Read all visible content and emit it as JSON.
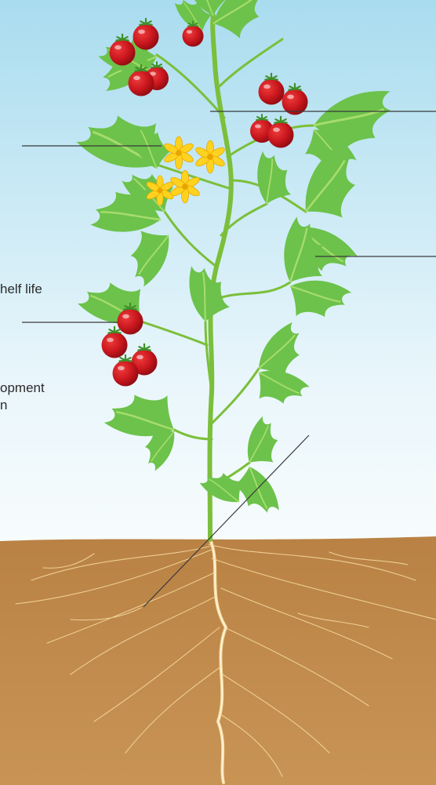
{
  "labels": {
    "shelf_life": "helf life",
    "development_line1": "opment",
    "development_line2": "n"
  },
  "colors": {
    "sky_top": "#a9dcef",
    "sky_bottom": "#f4fbfd",
    "soil": "#bf8a4a",
    "stem": "#7bbf3a",
    "leaf": "#6cc24a",
    "leaf_light": "#a6dc6c",
    "tomato": "#c8161d",
    "flower": "#ffd21f",
    "root": "#fbe3b0",
    "leader_line": "#3a3a3a"
  },
  "icons": [
    "tomato-fruit",
    "yellow-flower",
    "leaf",
    "root"
  ]
}
